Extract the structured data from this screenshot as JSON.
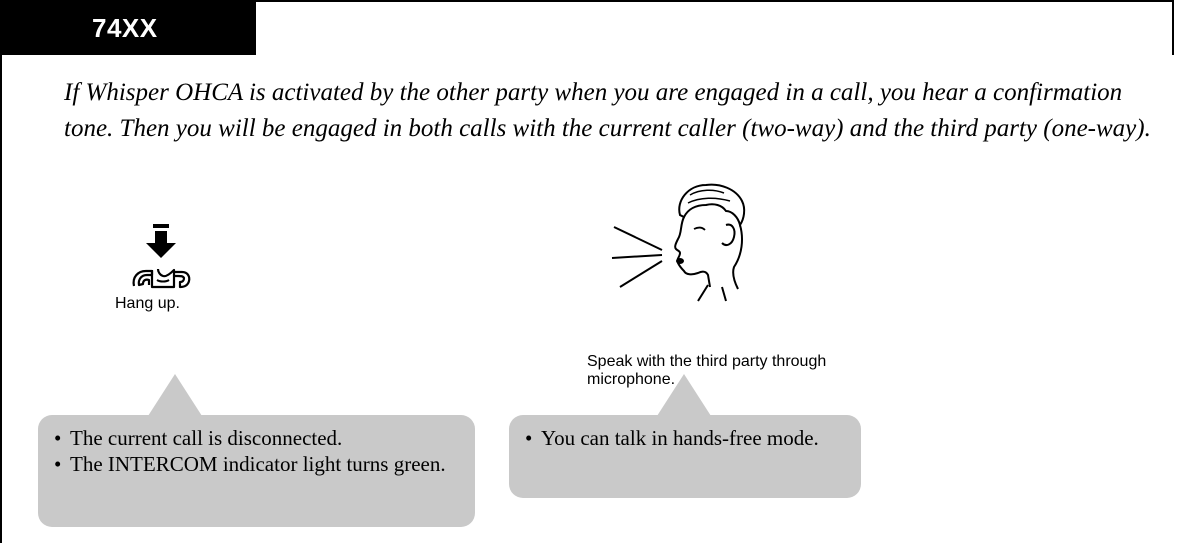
{
  "header": {
    "model": "74XX"
  },
  "intro": {
    "text": "If Whisper OHCA is activated by the other party when you are engaged in a call, you hear a confirmation tone. Then you will be engaged in both calls with the current caller (two-way) and the third party (one-way)."
  },
  "steps": [
    {
      "icon": "hang-up-icon",
      "label": "Hang up.",
      "notes": [
        "The current call is disconnected.",
        "The INTERCOM indicator light turns green."
      ]
    },
    {
      "icon": "speaking-person-icon",
      "label": "Speak with the third party through microphone.",
      "notes": [
        "You can talk in hands-free mode."
      ]
    }
  ]
}
